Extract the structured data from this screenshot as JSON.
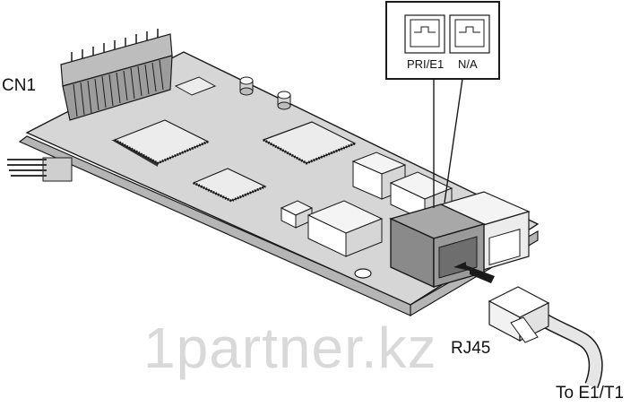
{
  "labels": {
    "connector": "CN1",
    "port_left": "PRI/E1",
    "port_right": "N/A",
    "plug": "RJ45",
    "cable_dest": "To E1/T1"
  },
  "watermark": "1partner.kz",
  "colors": {
    "board": "#d6d6d6",
    "board_edge": "#9a9a9a",
    "chip": "#ececec",
    "port_highlight": "#8a8a8a",
    "outline": "#1a1a1a"
  },
  "icons": [
    "rj45-port-icon",
    "arrow-icon",
    "rj45-plug-icon"
  ]
}
